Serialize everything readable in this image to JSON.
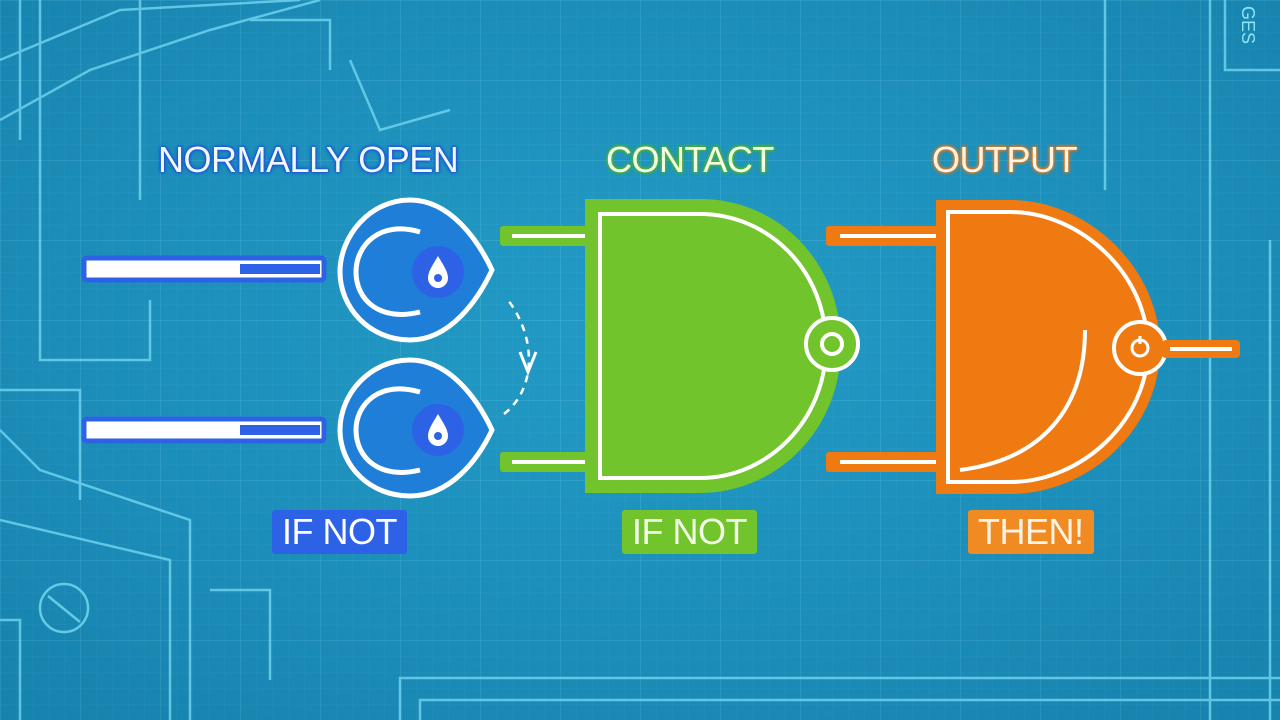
{
  "labels": {
    "normally_open": "NORMALLY OPEN",
    "contact": "CONTACT",
    "output": "OUTPUT",
    "if_not_left": "IF NOT",
    "if_not_middle": "IF NOT",
    "then": "THEN!"
  },
  "corner_code": "GES",
  "colors": {
    "background": "#1e94c0",
    "grid": "#3fb2d6",
    "blueprint_line": "#6fd6f0",
    "blue": "#2e62e6",
    "green": "#72c42c",
    "orange": "#f07a12",
    "white": "#ffffff"
  }
}
